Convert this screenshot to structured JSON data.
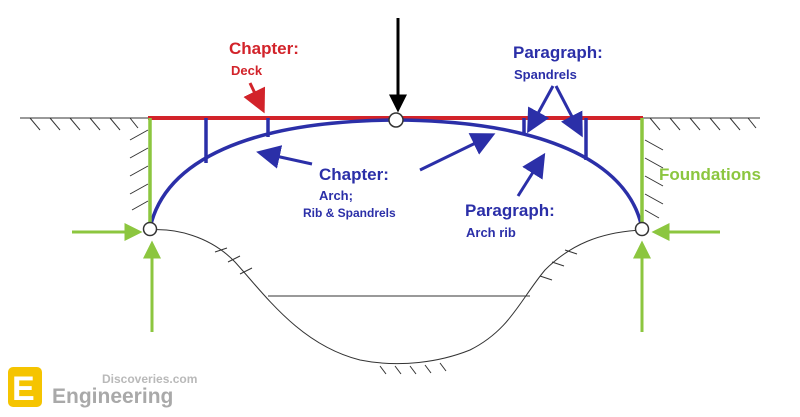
{
  "labels": {
    "deck_title": "Chapter:",
    "deck_sub": "Deck",
    "spandrels_title": "Paragraph:",
    "spandrels_sub": "Spandrels",
    "arch_title": "Chapter:",
    "arch_sub1": "Arch;",
    "arch_sub2": "Rib & Spandrels",
    "archrib_title": "Paragraph:",
    "archrib_sub": "Arch rib",
    "foundations": "Foundations"
  },
  "logo": {
    "top": "Discoveries.com",
    "bottom": "Engineering",
    "mark": "E"
  },
  "colors": {
    "deck": "#d2232a",
    "arch": "#2b2fa8",
    "foundation": "#8cc63f",
    "load": "#000000",
    "logo_yellow": "#f5c400",
    "logo_gray": "#a9a9a9"
  }
}
